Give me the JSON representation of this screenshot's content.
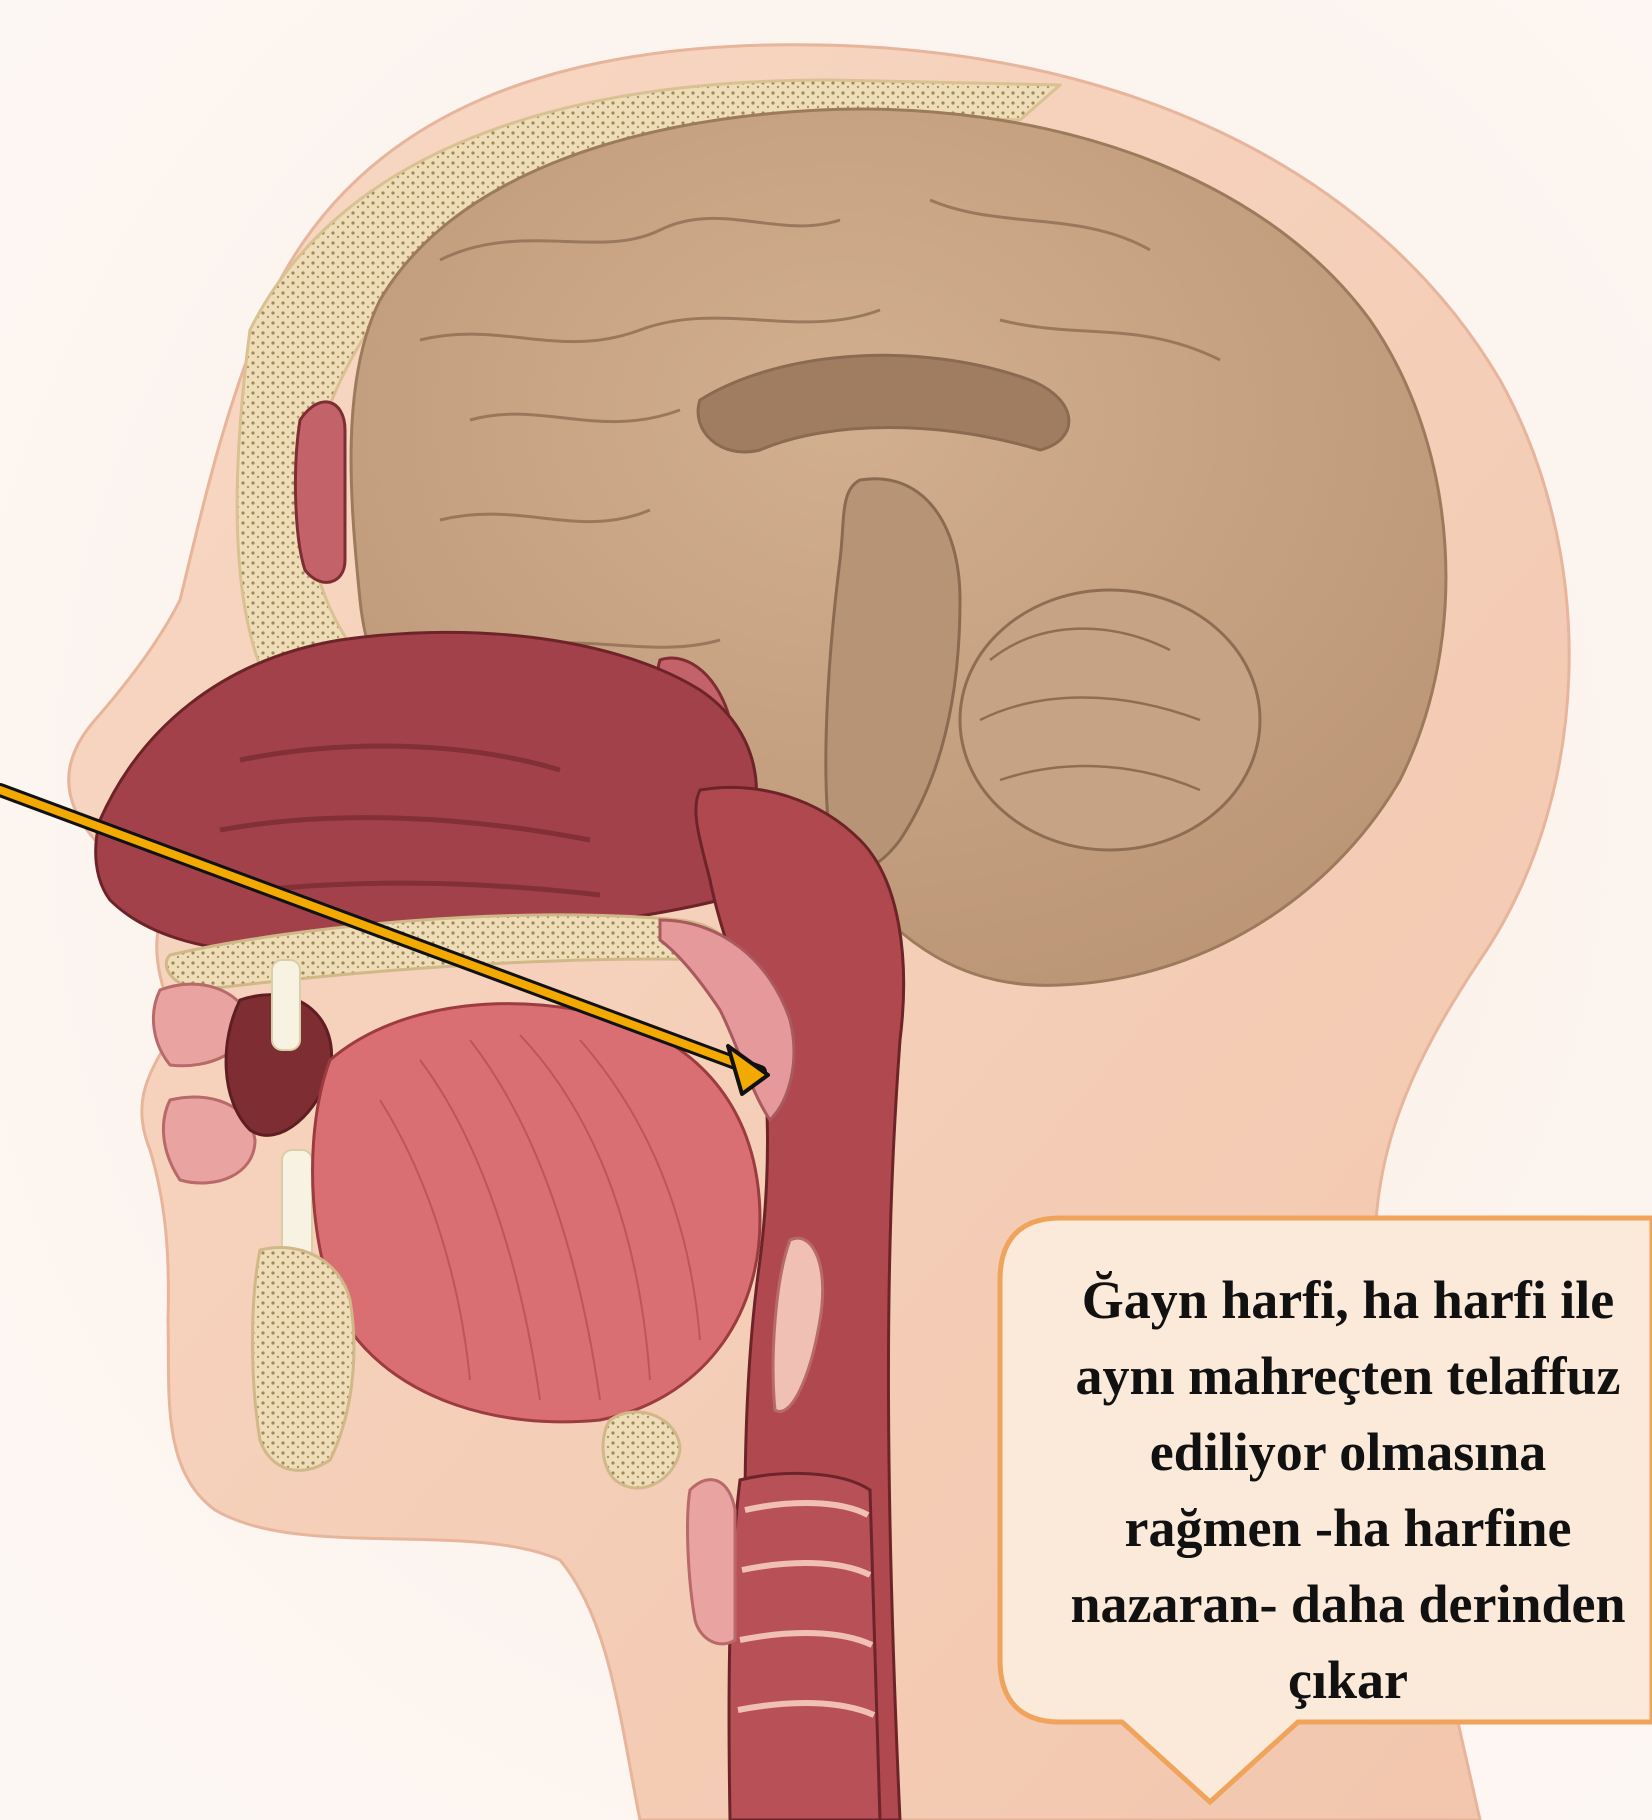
{
  "callout": {
    "lines": [
      "Ğayn harfi, ha harfi ile",
      "aynı mahreçten telaffuz",
      "ediliyor olmasına",
      "rağmen -ha harfine",
      "nazaran- daha derinden",
      "çıkar"
    ]
  },
  "colors": {
    "skin": "#f6d2bb",
    "brain": "#c9a585",
    "bone": "#efdcb8",
    "tissue": "#a8464b",
    "arrow": "#f2a900",
    "callout_border": "#f0a35a"
  }
}
